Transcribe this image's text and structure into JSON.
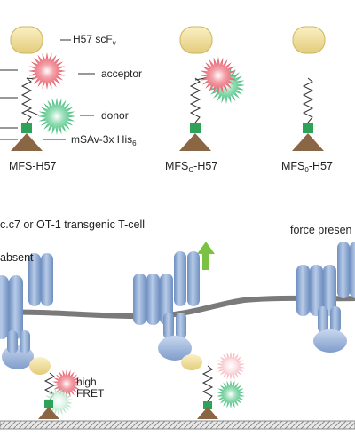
{
  "top": {
    "labels": {
      "scfv_text": "H57 scF",
      "scfv_sub": "v",
      "acceptor": "acceptor",
      "donor": "donor",
      "base_text": "mSAv-3x His",
      "base_sub": "6"
    },
    "constructs": [
      {
        "name": "MFS-H57",
        "sub": ""
      },
      {
        "name": "MFS",
        "sub": "C",
        "suffix": "-H57"
      },
      {
        "name": "MFS",
        "sub": "0",
        "suffix": "-H57"
      }
    ]
  },
  "bottom": {
    "cell_label": "c.c7 or OT-1 transgenic T-cell",
    "state_absent": "absent",
    "state_present": "force presen",
    "fret_high": "high",
    "fret_word": "FRET"
  },
  "colors": {
    "antibody": "#e9d58a",
    "acceptor": "#e0505e",
    "donor": "#35b573",
    "linker_green": "#2fa25a",
    "base": "#8a6645",
    "receptor": "#8aa6cf",
    "membrane": "#7a7a7a",
    "arrow": "#7cc242",
    "substrate": "#bdbdbd"
  }
}
